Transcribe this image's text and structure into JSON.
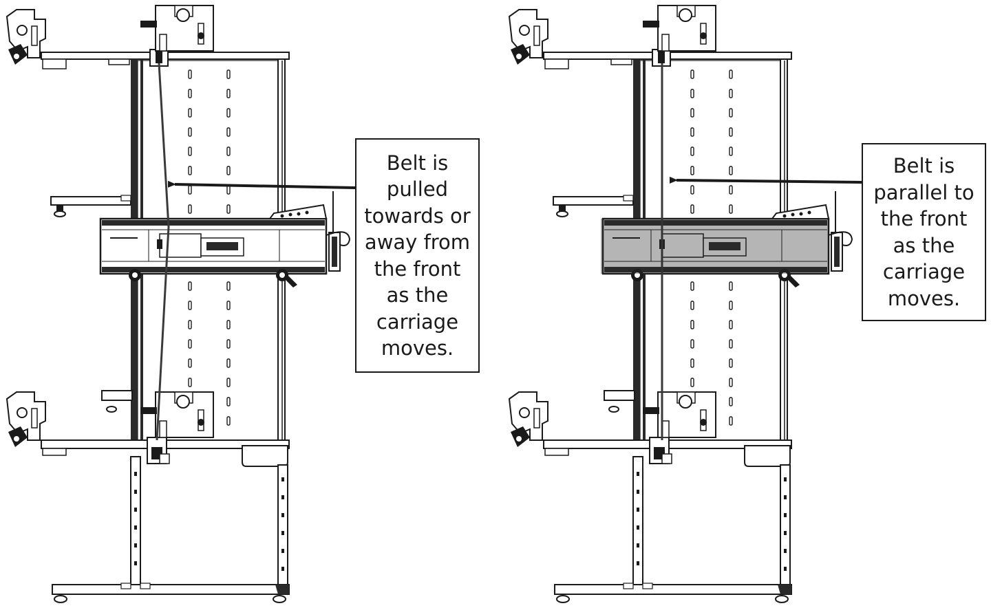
{
  "colors": {
    "line": "#1a1a1a",
    "frame_fill": "#ffffff",
    "rail": "#2a2a2a",
    "belt": "#3a3a3a"
  },
  "panels": [
    {
      "id": "left",
      "belt_state": "angled"
    },
    {
      "id": "right",
      "belt_state": "parallel"
    }
  ],
  "callouts": {
    "left": {
      "lines": [
        "Belt is",
        "pulled",
        "towards or",
        "away from",
        "the front",
        "as the",
        "carriage",
        "moves."
      ]
    },
    "right": {
      "lines": [
        "Belt is",
        "parallel to",
        "the front",
        "as the",
        "carriage",
        "moves."
      ]
    }
  }
}
